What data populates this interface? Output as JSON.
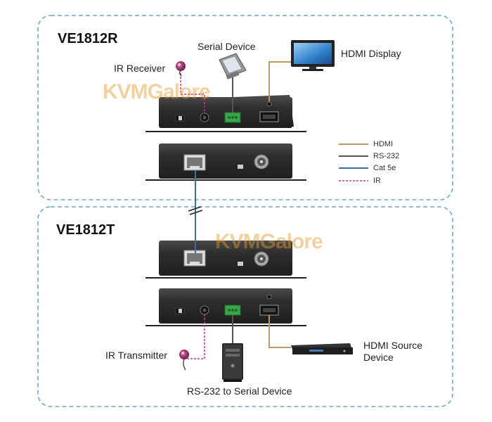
{
  "receiver": {
    "model": "VE1812R",
    "ir_receiver_label": "IR Receiver",
    "serial_device_label": "Serial Device",
    "hdmi_display_label": "HDMI Display"
  },
  "transmitter": {
    "model": "VE1812T",
    "ir_transmitter_label": "IR Transmitter",
    "hdmi_source_label_line1": "HDMI Source",
    "hdmi_source_label_line2": "Device",
    "serial_label": "RS-232 to Serial Device"
  },
  "legend": [
    {
      "label": "HDMI",
      "color": "#b79c6a"
    },
    {
      "label": "RS-232",
      "color": "#555555"
    },
    {
      "label": "Cat 5e",
      "color": "#3a6fa8"
    },
    {
      "label": "IR",
      "color": "#d0308a"
    }
  ],
  "watermark": "KVMGalore",
  "colors": {
    "panel_border": "#6fa8cc",
    "device_body": "#2a2a2a",
    "terminal_green": "#3aa64a",
    "watermark_orange": "#e49a2c"
  }
}
